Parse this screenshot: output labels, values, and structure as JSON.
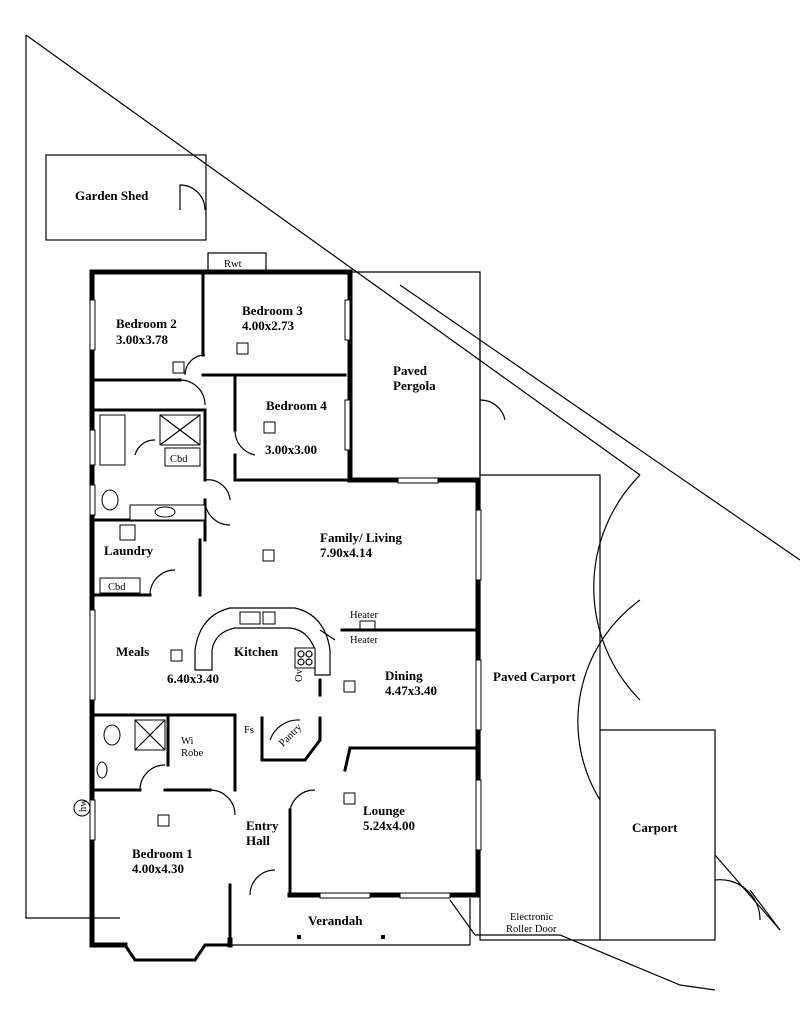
{
  "site": {
    "garden_shed": "Garden Shed",
    "rwt": "Rwt",
    "hw": "hw",
    "electronic_roller_door": [
      "Electronic",
      "Roller Door"
    ]
  },
  "rooms": {
    "bedroom2": {
      "name": "Bedroom 2",
      "size": "3.00x3.78"
    },
    "bedroom3": {
      "name": "Bedroom 3",
      "size": "4.00x2.73"
    },
    "bedroom4": {
      "name": "Bedroom 4",
      "size": "3.00x3.00"
    },
    "family_living": {
      "name": "Family/ Living",
      "size": "7.90x4.14"
    },
    "meals": {
      "name": "Meals"
    },
    "kitchen": {
      "name": "Kitchen",
      "size": "6.40x3.40"
    },
    "dining": {
      "name": "Dining",
      "size": "4.47x3.40"
    },
    "lounge": {
      "name": "Lounge",
      "size": "5.24x4.00"
    },
    "bedroom1": {
      "name": "Bedroom 1",
      "size": "4.00x4.30"
    },
    "laundry": {
      "name": "Laundry"
    },
    "entry_hall": [
      "Entry",
      "Hall"
    ],
    "verandah": "Verandah",
    "paved_pergola": [
      "Paved",
      "Pergola"
    ],
    "paved_carport": "Paved Carport",
    "carport": "Carport",
    "wi_robe": [
      "Wi",
      "Robe"
    ]
  },
  "fixtures": {
    "cbd_bath": "Cbd",
    "cbd_laundry": "Cbd",
    "heater_top": "Heater",
    "heater_bottom": "Heater",
    "ov": "Ov",
    "fs": "Fs",
    "pantry": "Pantry"
  }
}
